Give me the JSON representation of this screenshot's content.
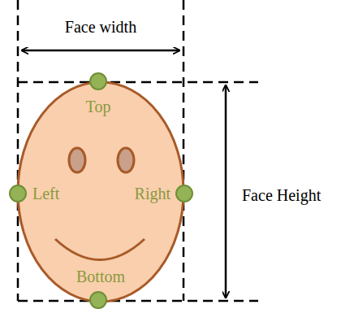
{
  "diagram": {
    "labels": [
      "Face width",
      "Top",
      "Left",
      "Right",
      "Bottom",
      "Face Height"
    ]
  }
}
